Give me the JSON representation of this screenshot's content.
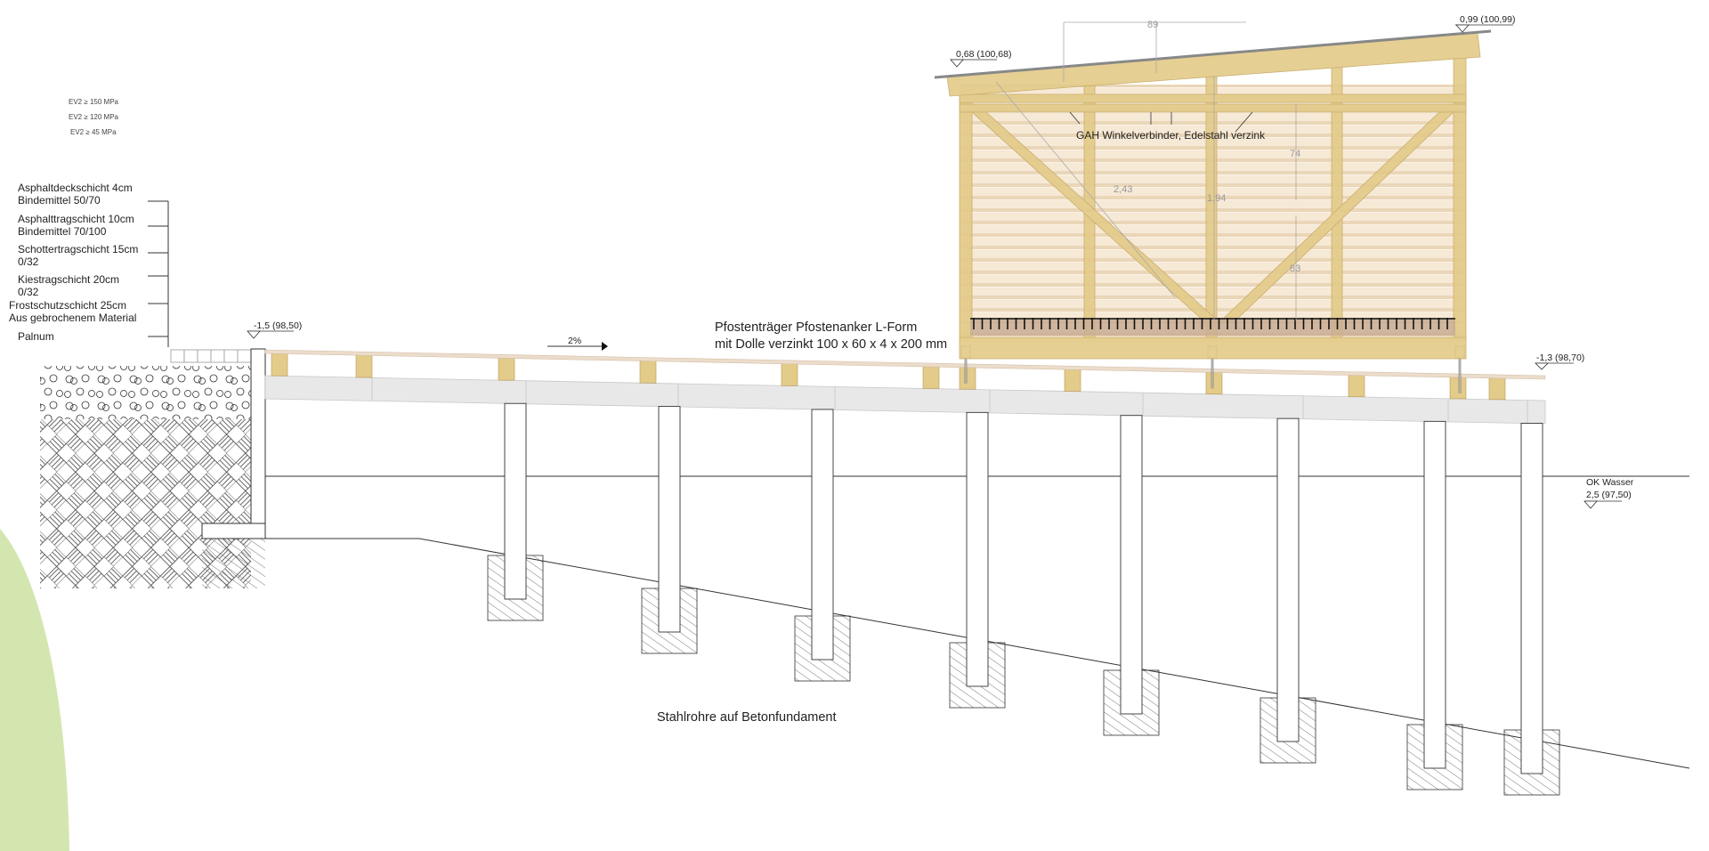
{
  "ev_labels": [
    "EV2 ≥ 150 MPa",
    "EV2 ≥ 120 MPa",
    "EV2 ≥ 45 MPa"
  ],
  "layers": [
    {
      "line1": "Asphaltdeckschicht 4cm",
      "line2": "Bindemittel 50/70"
    },
    {
      "line1": "Asphalttragschicht 10cm",
      "line2": "Bindemittel 70/100"
    },
    {
      "line1": "Schottertragschicht 15cm",
      "line2": "0/32"
    },
    {
      "line1": "Kiestragschicht 20cm",
      "line2": "0/32"
    },
    {
      "line1": "Frostschutzschicht 25cm",
      "line2": "Aus gebrochenem Material"
    },
    {
      "line1": "Palnum",
      "line2": ""
    }
  ],
  "annotations": {
    "post_anchor_line1": "Pfostenträger Pfostenanker L-Form",
    "post_anchor_line2": "mit Dolle verzinkt 100 x 60 x 4 x 200 mm",
    "slope": "2%",
    "angle_connector": "GAH Winkelverbinder, Edelstahl verzink",
    "foundation": "Stahlrohre auf Betonfundament",
    "water_label": "OK Wasser"
  },
  "dimensions": {
    "top_width": "89",
    "diagonal": "2,43",
    "height": "1,94",
    "upper": "74",
    "lower": "83"
  },
  "elevations": {
    "roof_left": "0,68 (100,68)",
    "roof_right": "0,99 (100,99)",
    "deck_left": "-1,5 (98,50)",
    "deck_right": "-1,3 (98,70)",
    "water": "2,5 (97,50)"
  },
  "colors": {
    "timber": "#e3cb8a",
    "deck": "#ecdccb",
    "concrete": "#e8e8e8",
    "grass": "#d4e6b0"
  }
}
